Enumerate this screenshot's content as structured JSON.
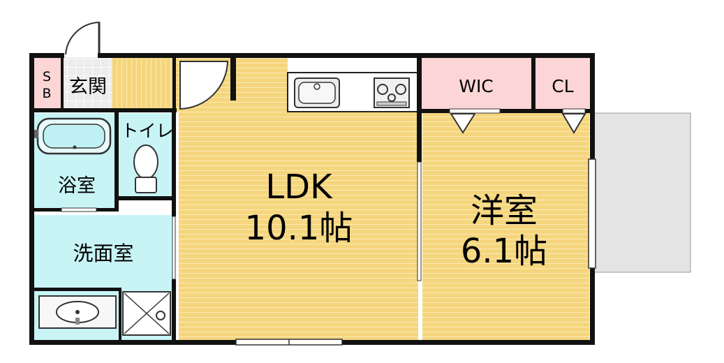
{
  "rooms": {
    "sb_top": "S",
    "sb_bottom": "B",
    "entrance": "玄関",
    "toilet": "トイレ",
    "bath": "浴室",
    "washroom": "洗面室",
    "ldk_name": "LDK",
    "ldk_size": "10.1帖",
    "western_name": "洋室",
    "western_size": "6.1帖",
    "wic": "WIC",
    "cl": "CL"
  },
  "colors": {
    "floor_wood": "#f5d67e",
    "wet_area": "#c8f4f6",
    "closet": "#fcd6d6",
    "balcony": "#e4e4e4",
    "entrance_tile": "#e6e6e6",
    "wall": "#111111"
  }
}
